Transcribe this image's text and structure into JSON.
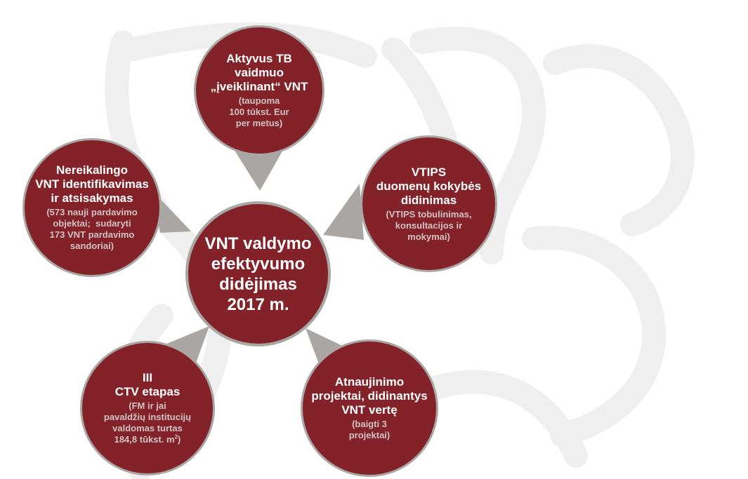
{
  "colors": {
    "node_fill": "#832329",
    "node_border": "#a9a6a4",
    "pointer": "#a9a6a4",
    "note_text": "#d2c2c3",
    "watermark": "#f0efef"
  },
  "center": {
    "lines": [
      "VNT valdymo",
      "efektyvumo",
      "didėjimas",
      "2017 m."
    ]
  },
  "nodes": {
    "top": {
      "title": [
        "Aktyvus TB",
        "vaidmuo",
        "„įveiklinant“ VNT"
      ],
      "note": [
        "(taupoma",
        "100 tūkst. Eur",
        "per metus)"
      ]
    },
    "left": {
      "title": [
        "Nereikalingo",
        "VNT identifikavimas",
        "ir atsisakymas"
      ],
      "note": [
        "(573 nauji pardavimo",
        "objektai;  sudaryti",
        "173 VNT pardavimo",
        "sandoriai)"
      ]
    },
    "right": {
      "title": [
        "VTIPS",
        "duomenų kokybės",
        "didinimas"
      ],
      "note": [
        "(VTIPS tobulinimas,",
        "konsultacijos ir",
        "mokymai)"
      ]
    },
    "bottom_left": {
      "title": [
        "III",
        "CTV etapas"
      ],
      "note": [
        "(FM ir jai",
        "pavaldžių institucijų",
        "valdomas turtas",
        "184,8 tūkst. m"
      ],
      "note_sup": "2",
      "note_end": ")"
    },
    "bottom_right": {
      "title": [
        "Atnaujinimo",
        "projektai, didinantys",
        "VNT vertę"
      ],
      "note": [
        "(baigti 3",
        "projektai)"
      ]
    }
  }
}
